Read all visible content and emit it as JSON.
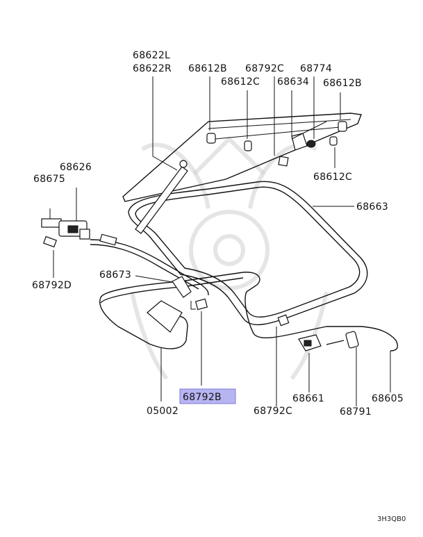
{
  "labels": {
    "p68622L": "68622L",
    "p68622R": "68622R",
    "p68612B_a": "68612B",
    "p68792C_a": "68792C",
    "p68774": "68774",
    "p68612C_a": "68612C",
    "p68634": "68634",
    "p68612B_b": "68612B",
    "p68612C_b": "68612C",
    "p68626": "68626",
    "p68675": "68675",
    "p68663": "68663",
    "p68792D": "68792D",
    "p68673": "68673",
    "p68792B": "68792B",
    "p05002": "05002",
    "p68792C_b": "68792C",
    "p68661": "68661",
    "p68791": "68791",
    "p68605": "68605"
  },
  "highlighted_part": "68792B",
  "diagram_ref": "3H3QB0",
  "colors": {
    "highlight_fill": "#b7b4f2",
    "line": "#111111",
    "watermark": "#cfcfcf"
  }
}
